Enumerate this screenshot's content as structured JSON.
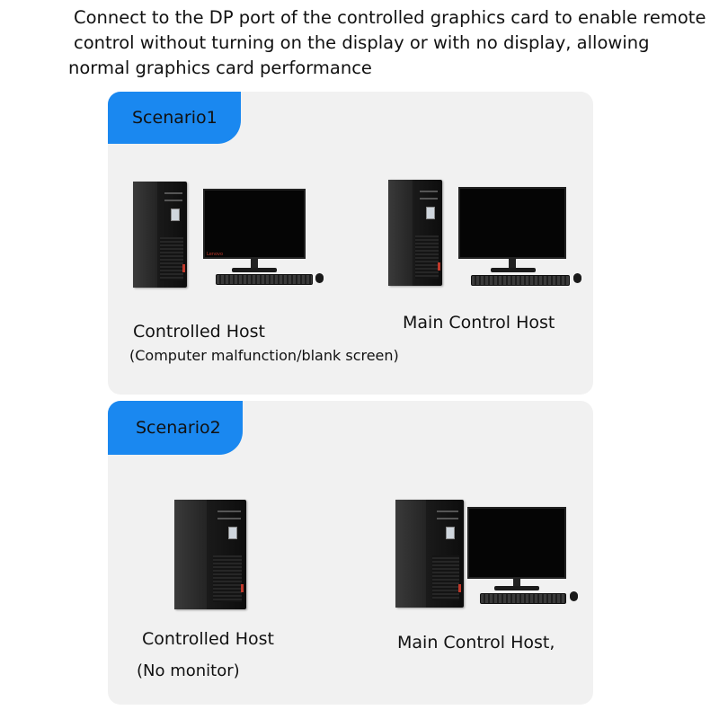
{
  "header": {
    "line1": "Connect to the DP port of the controlled graphics card to enable remote",
    "line2": "control without turning on the display or with no display, allowing",
    "line3": "normal graphics card performance"
  },
  "scenario1": {
    "tab": "Scenario1",
    "left_label": "Controlled Host",
    "left_sub": "(Computer malfunction/blank screen)",
    "right_label": "Main Control Host",
    "monitor_brand": "Lenovo"
  },
  "scenario2": {
    "tab": "Scenario2",
    "left_label": "Controlled Host",
    "left_sub": "(No monitor)",
    "right_label": "Main Control Host,"
  },
  "colors": {
    "tab": "#1a88f0",
    "panel": "#f1f1f1",
    "text": "#111111"
  },
  "icons": [
    "desktop-tower-icon",
    "monitor-icon",
    "keyboard-icon",
    "mouse-icon"
  ]
}
